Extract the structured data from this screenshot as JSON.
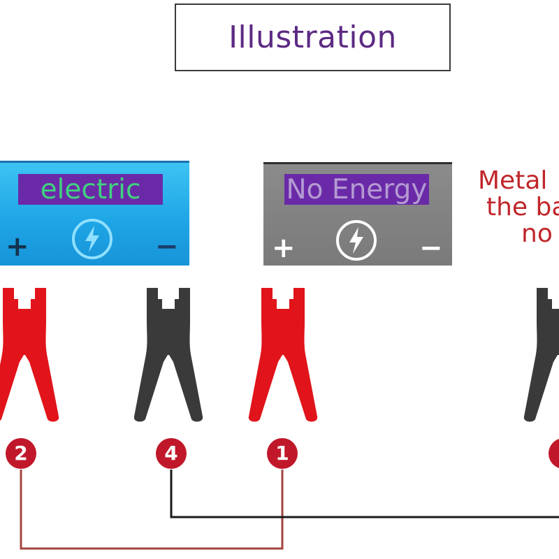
{
  "title": "Illustration",
  "batteries": [
    {
      "lcd_text": "electric",
      "plus": "+",
      "minus": "−",
      "icon": "lightning-bolt-icon"
    },
    {
      "lcd_text": "No Energy",
      "plus": "+",
      "minus": "−",
      "icon": "lightning-bolt-icon"
    }
  ],
  "note_lines": [
    "Metal",
    "the ba",
    "no"
  ],
  "clamps": [
    {
      "color": "red",
      "badge": "2"
    },
    {
      "color": "black",
      "badge": "4"
    },
    {
      "color": "red",
      "badge": "1"
    },
    {
      "color": "black",
      "badge": ""
    }
  ],
  "colors": {
    "title_text": "#5c2a83",
    "battery_charged": "#1ea6e6",
    "battery_empty": "#7a7a7a",
    "lcd": "#6a2aa8",
    "clamp_red": "#e0141a",
    "clamp_black": "#3a3a3a",
    "badge": "#c0182a",
    "note_text": "#c0262a",
    "wire_red": "#a3443c",
    "wire_black": "#1a1a1a"
  }
}
